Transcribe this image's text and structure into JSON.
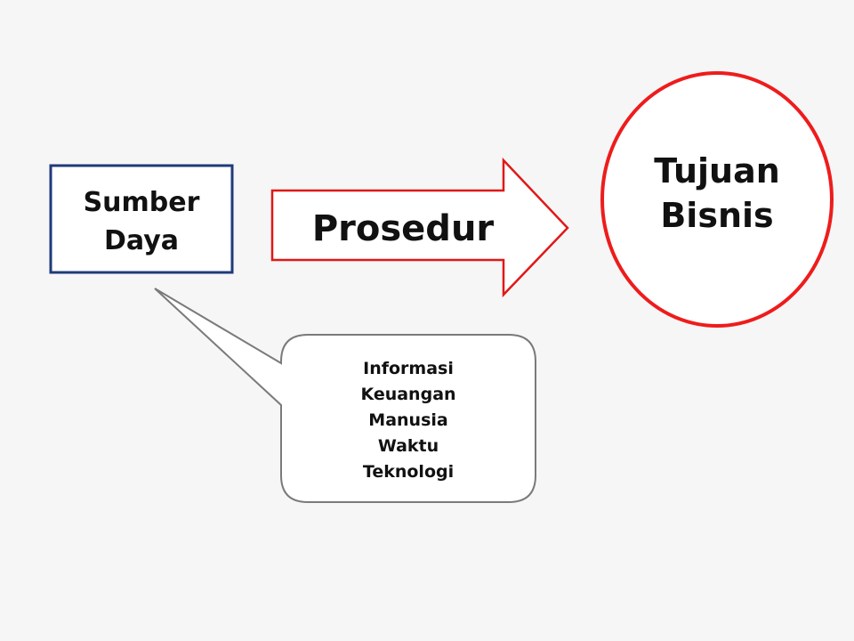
{
  "source_box": {
    "lines": [
      "Sumber",
      "Daya"
    ],
    "border_color": "#1f3a7a"
  },
  "arrow": {
    "label": "Prosedur",
    "border_color": "#e01818"
  },
  "goal": {
    "lines": [
      "Tujuan",
      "Bisnis"
    ],
    "border_color": "#ee1c1c"
  },
  "callout": {
    "items": [
      "Informasi",
      "Keuangan",
      "Manusia",
      "Waktu",
      "Teknologi"
    ],
    "border_color": "#7a7a7a"
  }
}
